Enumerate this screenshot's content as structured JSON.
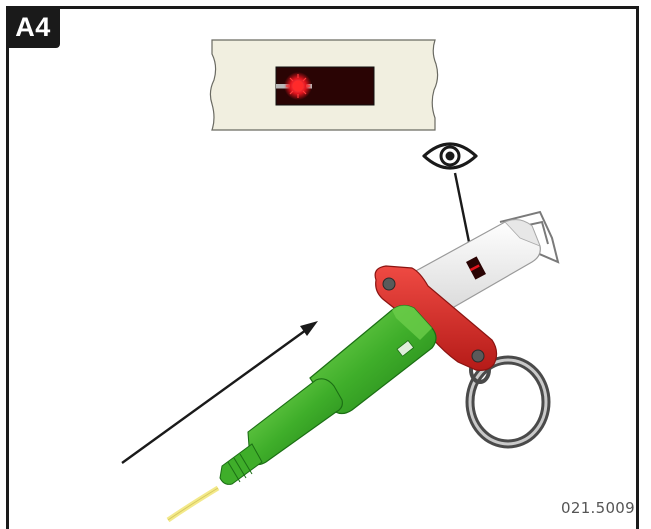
{
  "step": {
    "label": "A4"
  },
  "figure": {
    "reference_code": "021.5009"
  },
  "icons": {
    "eye": "eye-icon",
    "light": "red-light-indicator"
  },
  "colors": {
    "frame": "#1a1a1a",
    "inset_paper": "#f1efe0",
    "window": "#2a0404",
    "laser_red": "#e3141d",
    "holder_red": "#d62a26",
    "connector_green": "#42b02c",
    "fiber_yellow": "#f3e98a"
  }
}
